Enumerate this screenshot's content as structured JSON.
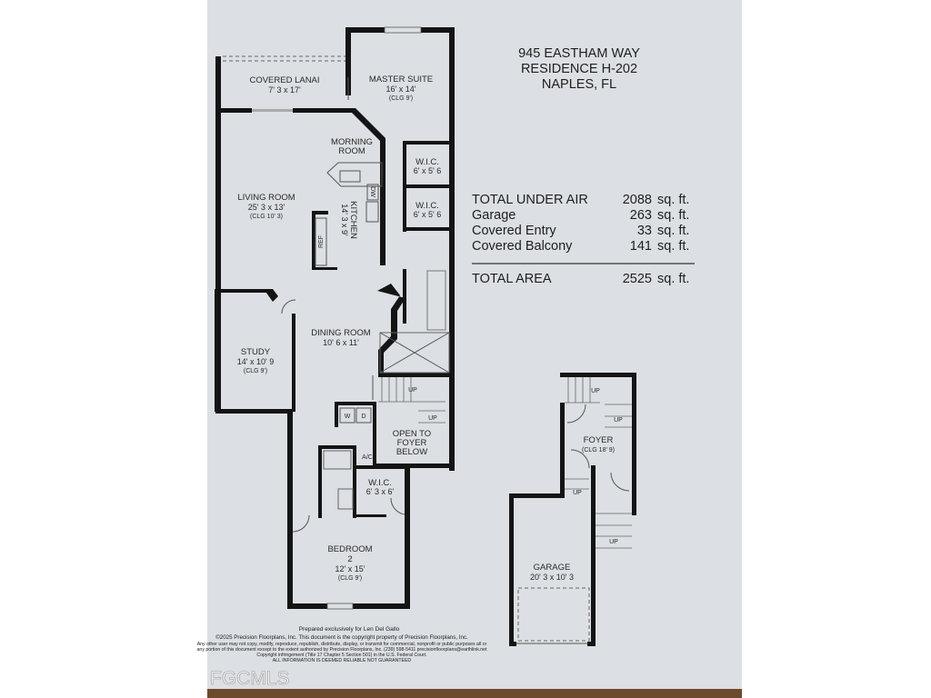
{
  "header": {
    "address": "945 EASTHAM WAY",
    "residence": "RESIDENCE H-202",
    "city": "NAPLES, FL"
  },
  "areas": [
    {
      "label": "TOTAL UNDER AIR",
      "value": "2088",
      "unit": "sq. ft."
    },
    {
      "label": "Garage",
      "value": "263",
      "unit": "sq. ft."
    },
    {
      "label": "Covered Entry",
      "value": "33",
      "unit": "sq. ft."
    },
    {
      "label": "Covered Balcony",
      "value": "141",
      "unit": "sq. ft."
    }
  ],
  "total": {
    "label": "TOTAL AREA",
    "value": "2525",
    "unit": "sq. ft."
  },
  "rooms": {
    "lanai": {
      "name": "COVERED LANAI",
      "dim": "7' 3 x 17'"
    },
    "master": {
      "name": "MASTER SUITE",
      "dim": "16' x 14'",
      "clg": "(CLG 9')"
    },
    "morning": {
      "name1": "MORNING",
      "name2": "ROOM"
    },
    "wic1": {
      "name": "W.I.C.",
      "dim": "6' x 5' 6"
    },
    "wic2": {
      "name": "W.I.C.",
      "dim": "6' x 5' 6"
    },
    "living": {
      "name": "LIVING ROOM",
      "dim": "25' 3 x 13'",
      "clg": "(CLG 10' 3)"
    },
    "kitchen": {
      "name": "KITCHEN",
      "dim": "14' 3 x 9'"
    },
    "dining": {
      "name": "DINING ROOM",
      "dim": "10' 6 x 11'"
    },
    "study": {
      "name": "STUDY",
      "dim": "14' x 10' 9",
      "clg": "(CLG 9')"
    },
    "open": {
      "l1": "OPEN TO",
      "l2": "FOYER",
      "l3": "BELOW"
    },
    "wic3": {
      "name": "W.I.C.",
      "dim": "6' 3 x 6'"
    },
    "bedroom2": {
      "name1": "BEDROOM",
      "name2": "2",
      "dim": "12' x 15'",
      "clg": "(CLG 9')"
    },
    "foyer": {
      "name": "FOYER",
      "clg": "(CLG 18' 9)"
    },
    "garage": {
      "name": "GARAGE",
      "dim": "20' 3 x 10' 3"
    }
  },
  "fixtures": {
    "ref": "REF",
    "dw": "DW",
    "washer": "W",
    "dryer": "D",
    "ac": "A/C",
    "up": "UP"
  },
  "footer": {
    "prepared": "Prepared exclusively for Len Del Gallo",
    "copyright": "©2025 Precision Floorplans, Inc.  This document is the copyright property of Precision Floorplans, Inc.",
    "line3": "Any other user may not copy, modify, reproduce, republish, distribute, display, or transmit for commercial, nonprofit or public purposes all or",
    "line4": "any portion of this document except to the extent authorized by Precision Floorplans, Inc. (239) 598-5411 precisionfloorplans@earthlink.net",
    "line5": "Copyright infringement (Title 17 Chapter 5 Section 501) in the U.S. Federal Court.",
    "line6": "ALL INFORMATION IS DEEMED RELIABLE NOT GUARANTEED"
  },
  "watermark": "FGCMLS",
  "colors": {
    "paper": "#dcdfe3",
    "walls": "#141414",
    "background": "#ffffff"
  }
}
